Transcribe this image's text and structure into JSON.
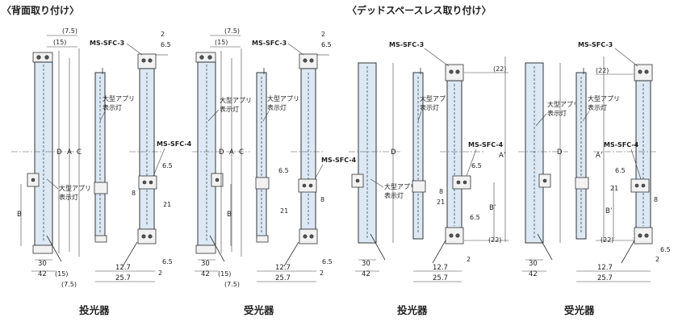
{
  "headers": {
    "left": "〈背面取り付け〉",
    "right": "〈デッドスペースレス取り付け〉"
  },
  "captions": {
    "c1": "投光器",
    "c2": "受光器",
    "c3": "投光器",
    "c4": "受光器"
  },
  "parts": {
    "sfc3": "MS-SFC-3",
    "sfc4": "MS-SFC-4",
    "lamp_line1": "大型アプリ",
    "lamp_line2": "表示灯"
  },
  "dims": {
    "d7_5": "(7.5)",
    "d15": "(15)",
    "d22": "(22)",
    "d2": "2",
    "d6_5": "6.5",
    "d8": "8",
    "d21": "21",
    "d30": "30",
    "d42": "42",
    "d12_7": "12.7",
    "d25_7": "25.7",
    "A": "A",
    "B": "B",
    "C": "C",
    "D": "D",
    "Ap": "A’",
    "Bp": "B’"
  }
}
